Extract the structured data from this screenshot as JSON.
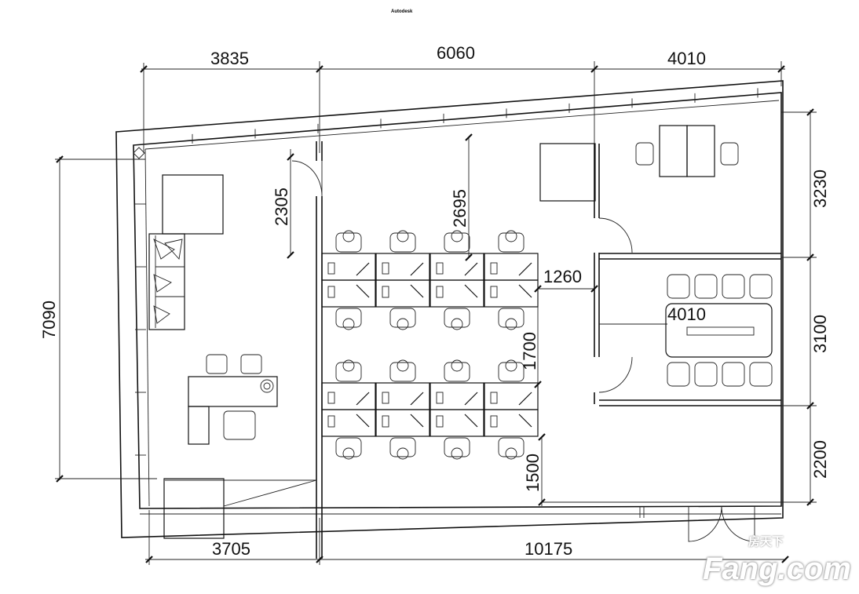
{
  "header": {
    "title": "Autodesk"
  },
  "watermark": {
    "brand": "Fang.com",
    "brand_cn": "房天下"
  },
  "dimensions": {
    "top": [
      "3835",
      "6060",
      "4010"
    ],
    "bottom": [
      "3705",
      "10175"
    ],
    "left": "7090",
    "right": [
      "3230",
      "3100",
      "2200"
    ],
    "door_depth": "2305",
    "desk_offset": "2695",
    "aisle_width": "1260",
    "desk_gap": "1700",
    "bottom_gap": "1500",
    "meeting_width": "4010"
  }
}
